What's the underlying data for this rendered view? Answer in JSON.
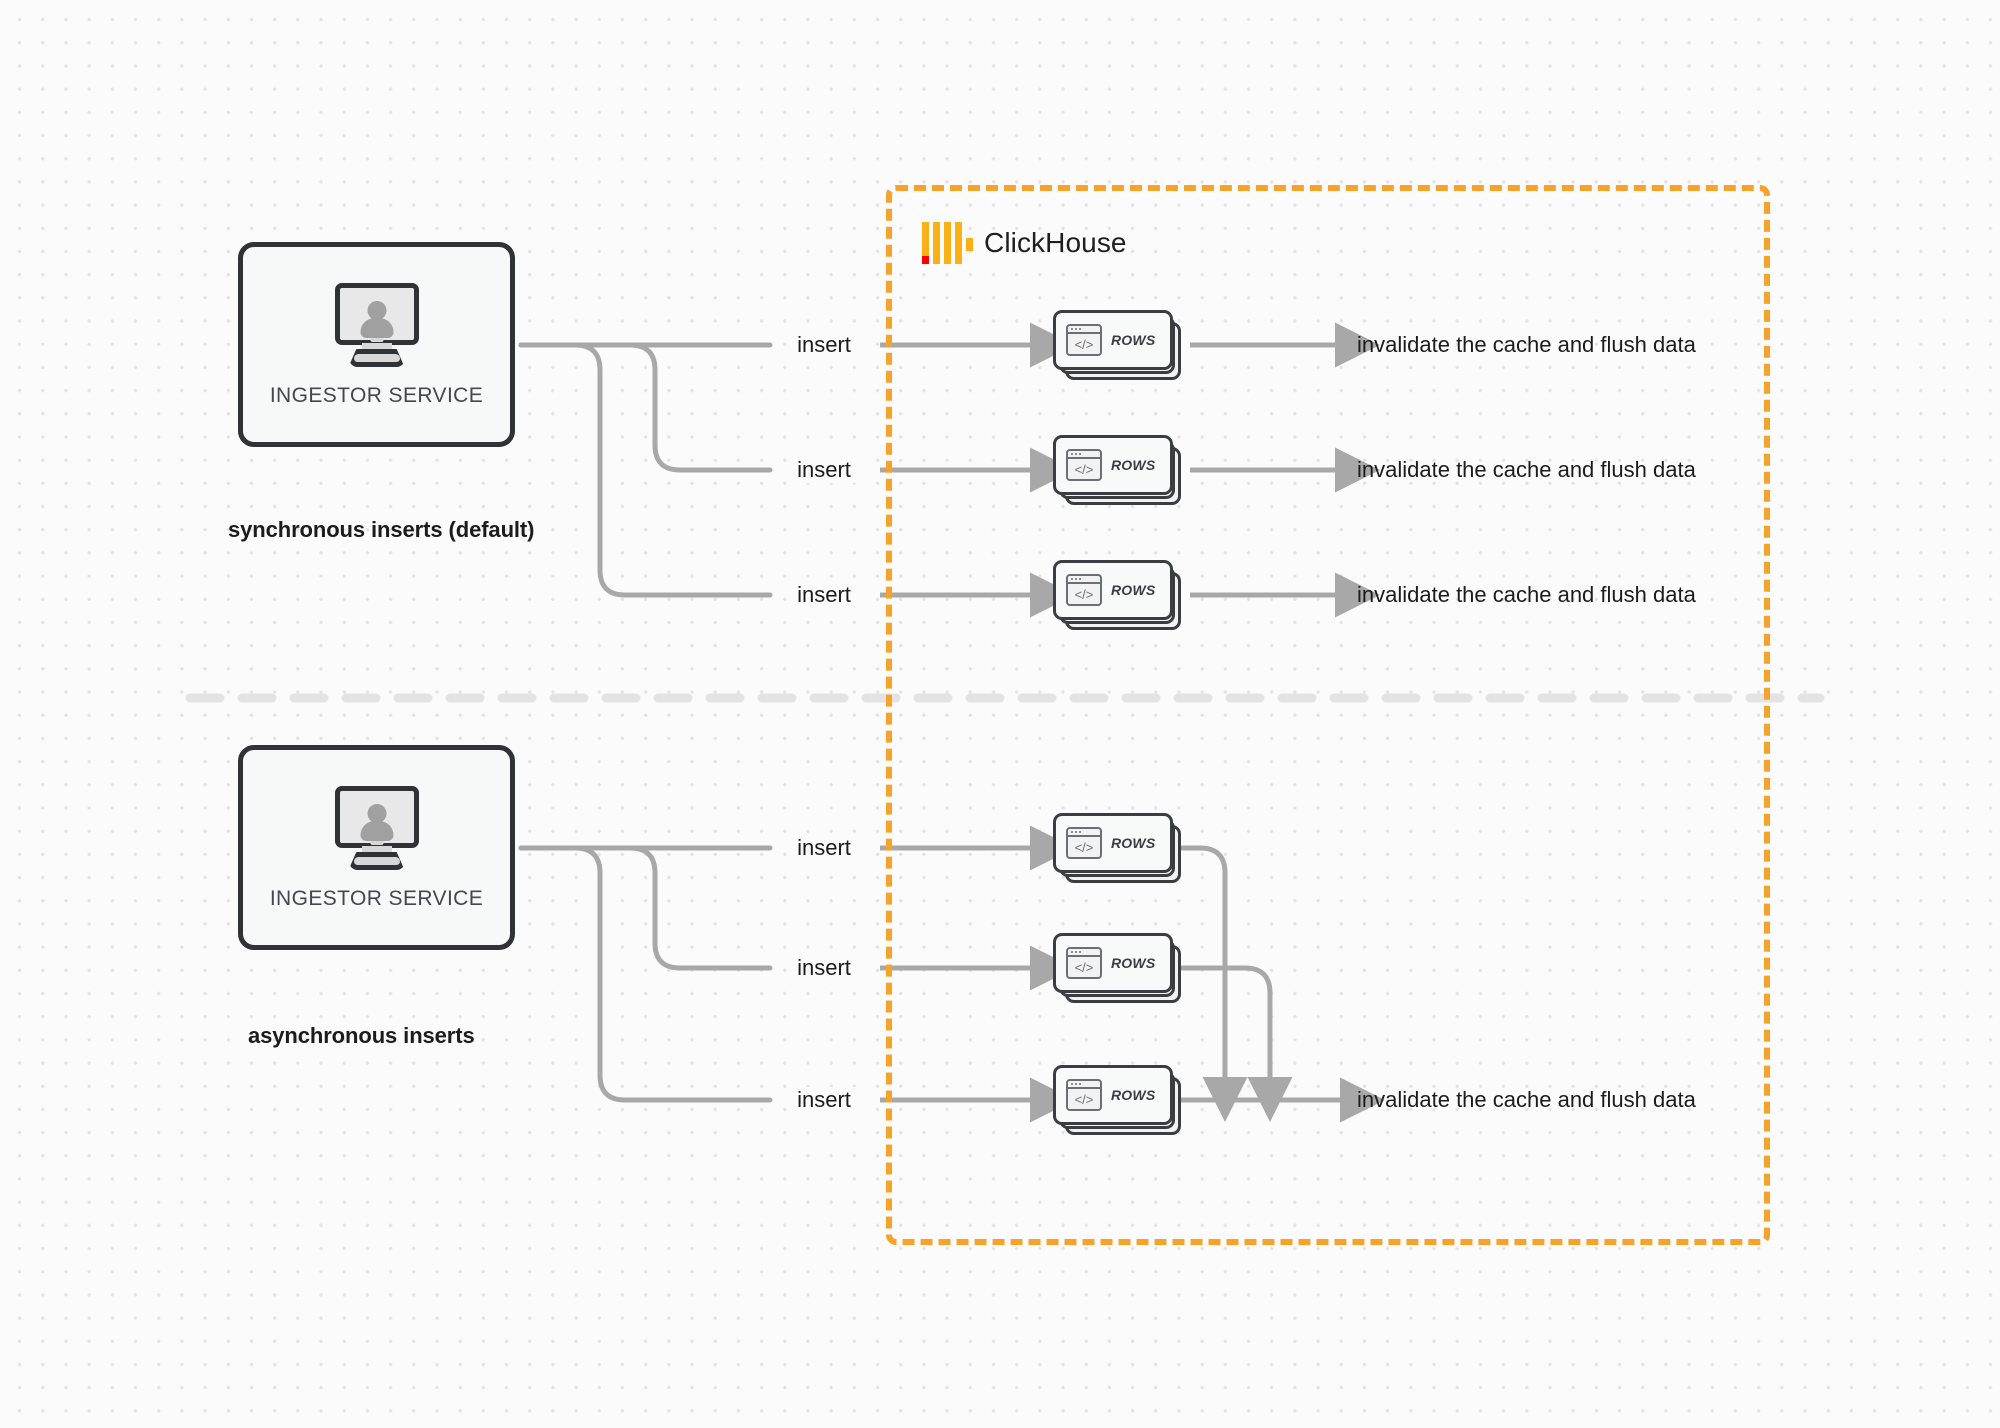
{
  "container": {
    "brand_label": "ClickHouse",
    "brand_color": "#fbb116",
    "accent_red": "#fa0001",
    "border_color": "#f7a32b"
  },
  "sections": [
    {
      "id": "synchronous",
      "caption": "synchronous inserts (default)",
      "source": {
        "label": "INGESTOR SERVICE",
        "icon": "monitor-user-icon"
      },
      "flows": [
        {
          "edge_label": "insert",
          "node_label": "ROWS",
          "result_label": "invalidate the cache and flush data"
        },
        {
          "edge_label": "insert",
          "node_label": "ROWS",
          "result_label": "invalidate the cache and flush data"
        },
        {
          "edge_label": "insert",
          "node_label": "ROWS",
          "result_label": "invalidate the cache and flush data"
        }
      ]
    },
    {
      "id": "asynchronous",
      "caption": "asynchronous inserts",
      "source": {
        "label": "INGESTOR SERVICE",
        "icon": "monitor-user-icon"
      },
      "flows": [
        {
          "edge_label": "insert",
          "node_label": "ROWS"
        },
        {
          "edge_label": "insert",
          "node_label": "ROWS"
        },
        {
          "edge_label": "insert",
          "node_label": "ROWS"
        }
      ],
      "merged_result_label": "invalidate the cache and flush data"
    }
  ]
}
